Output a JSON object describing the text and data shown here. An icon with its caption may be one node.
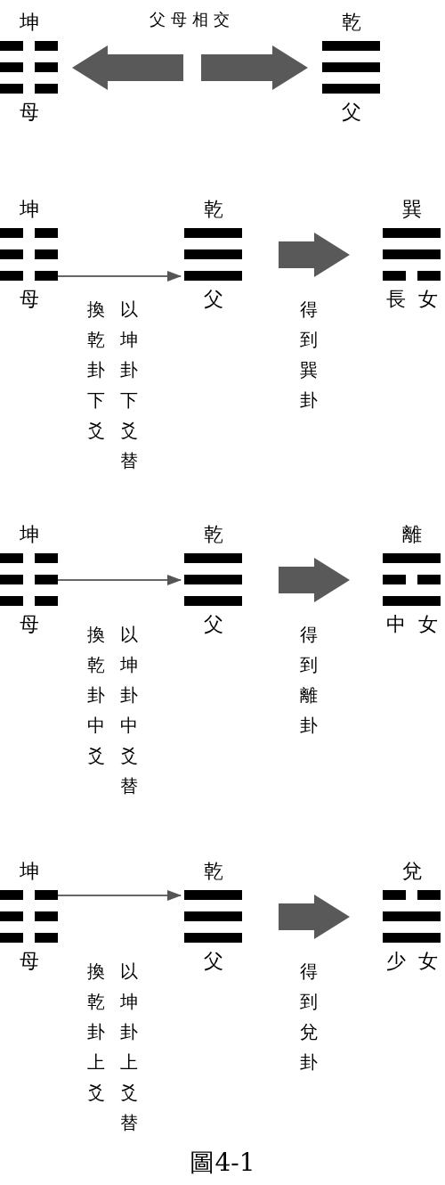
{
  "diagram": {
    "caption": "圖4-1",
    "nodes": [
      {
        "text": [
          "坤",
          "母"
        ]
      },
      {
        "text": [
          "乾",
          "父"
        ]
      },
      {
        "text": [
          "坤",
          "母"
        ]
      },
      {
        "text": [
          "乾",
          "父"
        ]
      },
      {
        "text": [
          "巽",
          "長女"
        ]
      },
      {
        "text": [
          "坤",
          "母"
        ]
      },
      {
        "text": [
          "乾",
          "父"
        ]
      },
      {
        "text": [
          "離",
          "中女"
        ]
      },
      {
        "text": [
          "坤",
          "母"
        ]
      },
      {
        "text": [
          "乾",
          "父"
        ]
      },
      {
        "text": [
          "兌",
          "少女"
        ]
      }
    ],
    "edges": [
      {
        "from": null,
        "to": 0,
        "arrow": "to",
        "style": "thick"
      },
      {
        "from": null,
        "to": 1,
        "arrow": "to",
        "style": "thick"
      },
      {
        "from": 2,
        "to": 3,
        "arrow": "to",
        "label": "以坤卦下爻替"
      },
      {
        "from": 3,
        "to": 4,
        "arrow": "to",
        "style": "thick",
        "label": "得到巽卦"
      },
      {
        "from": 5,
        "to": 6,
        "arrow": "to",
        "label": "以坤卦中爻替"
      },
      {
        "from": 6,
        "to": 7,
        "arrow": "to",
        "style": "thick",
        "label": "得到離卦"
      },
      {
        "from": 8,
        "to": 9,
        "arrow": "to",
        "label": "以坤卦上爻替"
      },
      {
        "from": 9,
        "to": 10,
        "arrow": "to",
        "style": "thick",
        "label": "得到兌卦"
      }
    ],
    "labels": [
      "父母相交",
      "換乾卦下爻",
      "換乾卦中爻",
      "換乾卦上爻"
    ]
  }
}
